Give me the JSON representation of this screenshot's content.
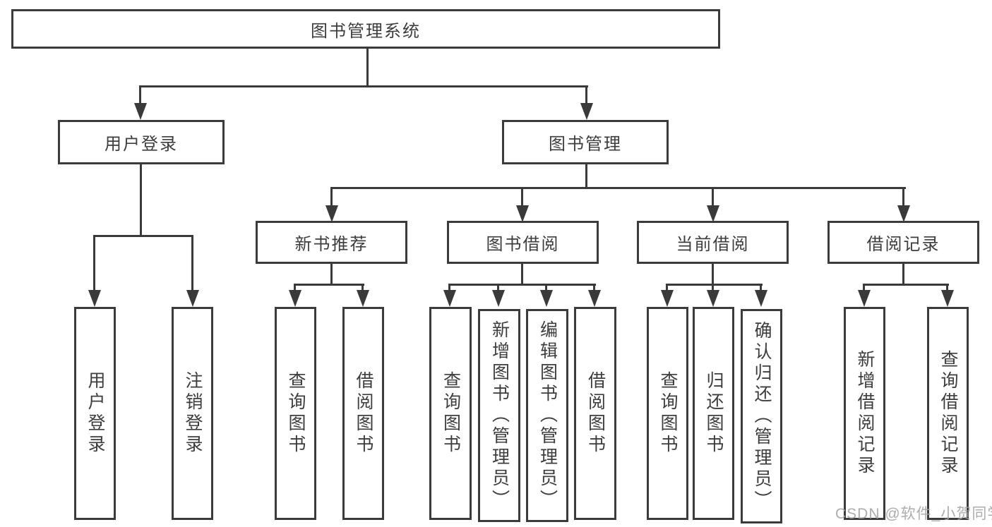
{
  "tree": {
    "label": "图书管理系统",
    "children": [
      {
        "label": "用户登录",
        "children": [
          {
            "label": "用户登录"
          },
          {
            "label": "注销登录"
          }
        ]
      },
      {
        "label": "图书管理",
        "children": [
          {
            "label": "新书推荐",
            "children": [
              {
                "label": "查询图书"
              },
              {
                "label": "借阅图书"
              }
            ]
          },
          {
            "label": "图书借阅",
            "children": [
              {
                "label": "查询图书"
              },
              {
                "label": "新增图书（管理员）"
              },
              {
                "label": "编辑图书（管理员）"
              },
              {
                "label": "借阅图书"
              }
            ]
          },
          {
            "label": "当前借阅",
            "children": [
              {
                "label": "查询图书"
              },
              {
                "label": "归还图书"
              },
              {
                "label": "确认归还（管理员）"
              }
            ]
          },
          {
            "label": "借阅记录",
            "children": [
              {
                "label": "新增借阅记录"
              },
              {
                "label": "查询借阅记录"
              }
            ]
          }
        ]
      }
    ]
  },
  "watermark": {
    "text": "CSDN @软件_小贺同学"
  },
  "colors": {
    "line": "#3a3a3a",
    "text": "#3d3d3d",
    "background": "#ffffff",
    "watermark": "#a4a4a4"
  },
  "diagram_type": "hierarchy-tree"
}
